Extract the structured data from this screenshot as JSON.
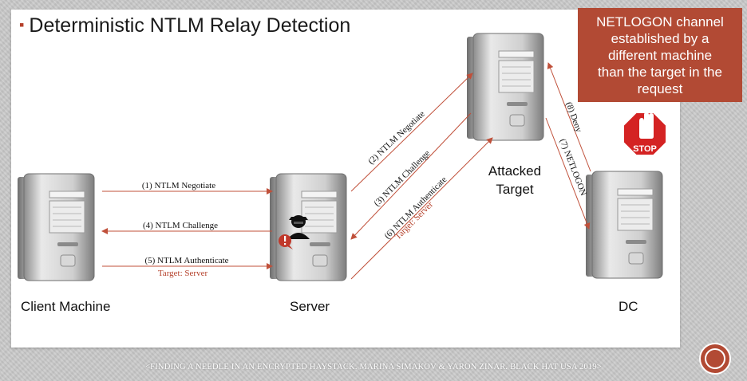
{
  "title": "Deterministic NTLM Relay Detection",
  "callout": [
    "NETLOGON channel",
    "established by a",
    "different machine",
    "than the target in the",
    "request"
  ],
  "nodes": {
    "client": "Client Machine",
    "server": "Server",
    "attacked_line1": "Attacked",
    "attacked_line2": "Target",
    "dc": "DC"
  },
  "messages": {
    "m1": "(1) NTLM Negotiate",
    "m4": "(4) NTLM Challenge",
    "m5": "(5) NTLM Authenticate",
    "m5_target": "Target: Server",
    "m2": "(2) NTLM Negotiate",
    "m3": "(3) NTLM Challenge",
    "m6": "(6) NTLM Authenticate",
    "m6_target": "Target: Server",
    "m7": "(7) NETLOGON",
    "m8": "(8) Deny"
  },
  "stop_sign": "STOP",
  "footer": "<FINDING A NEEDLE IN AN ENCRYPTED HAYSTACK. MARINA SIMAKOV & YARON ZINAR. BLACK HAT USA 2019>",
  "colors": {
    "accent": "#b24a34",
    "arrow": "#c0503a",
    "stop": "#d42323"
  }
}
